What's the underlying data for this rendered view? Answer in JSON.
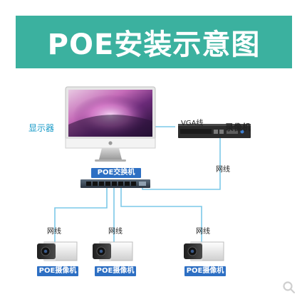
{
  "title": "POE安装示意图",
  "labels": {
    "monitor": "显示器",
    "vga": "VGA线",
    "recorder": "录像机",
    "network_cable": "网线",
    "switch": "POE交换机",
    "camera": "POE摄像机"
  },
  "colors": {
    "banner": "#3bb19f",
    "title_text": "#ffffff",
    "cable": "#7cc8e8",
    "tag_background": "#2d6fc3",
    "label_monitor": "#1a9bc8",
    "label_text": "#222222"
  },
  "icons": [
    "magnifier-icon"
  ]
}
